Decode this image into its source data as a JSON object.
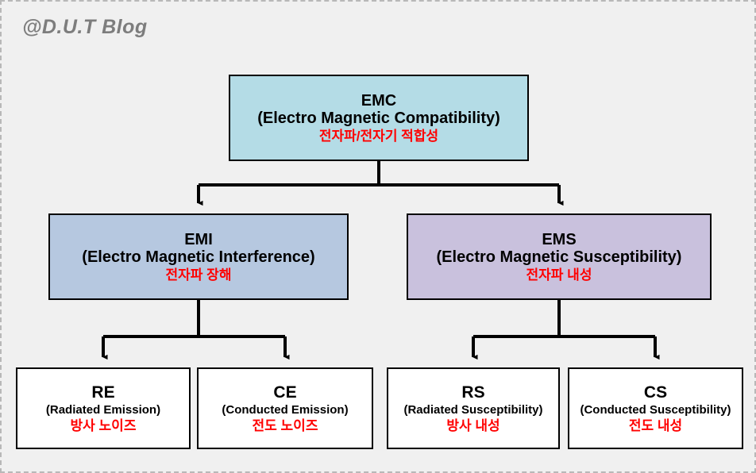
{
  "watermark": {
    "text": "@D.U.T Blog"
  },
  "diagram": {
    "type": "hierarchy-tree",
    "title": "EMC classification tree",
    "colors": {
      "canvas_background": "#f0f0f0",
      "canvas_border": "#b8b8b8",
      "node_border": "#000000",
      "emc_fill": "#b4dce6",
      "emi_fill": "#b6c8e0",
      "ems_fill": "#c9c1dd",
      "leaf_fill": "#ffffff",
      "english_text": "#000000",
      "korean_text": "#ff0000",
      "connector": "#000000",
      "watermark_text": "#7d7d7d"
    },
    "nodes": {
      "emc": {
        "abbr": "EMC",
        "full": "(Electro Magnetic Compatibility)",
        "korean": "전자파/전자기 적합성"
      },
      "emi": {
        "abbr": "EMI",
        "full": "(Electro Magnetic Interference)",
        "korean": "전자파 장해"
      },
      "ems": {
        "abbr": "EMS",
        "full": "(Electro Magnetic Susceptibility)",
        "korean": "전자파 내성"
      },
      "re": {
        "abbr": "RE",
        "full": "(Radiated Emission)",
        "korean": "방사 노이즈"
      },
      "ce": {
        "abbr": "CE",
        "full": "(Conducted Emission)",
        "korean": "전도 노이즈"
      },
      "rs": {
        "abbr": "RS",
        "full": "(Radiated Susceptibility)",
        "korean": "방사 내성"
      },
      "cs": {
        "abbr": "CS",
        "full": "(Conducted Susceptibility)",
        "korean": "전도 내성"
      }
    },
    "edges": [
      {
        "from": "emc",
        "to": "emi"
      },
      {
        "from": "emc",
        "to": "ems"
      },
      {
        "from": "emi",
        "to": "re"
      },
      {
        "from": "emi",
        "to": "ce"
      },
      {
        "from": "ems",
        "to": "rs"
      },
      {
        "from": "ems",
        "to": "cs"
      }
    ]
  }
}
